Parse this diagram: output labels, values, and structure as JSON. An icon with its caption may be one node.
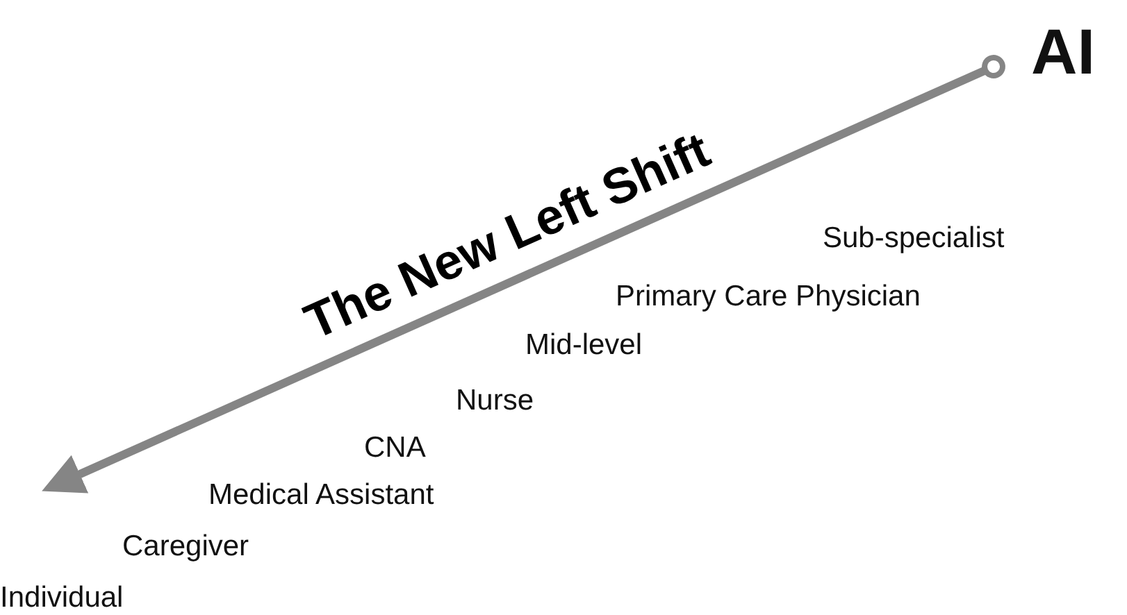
{
  "diagram": {
    "title": "The New Left Shift",
    "labels": [
      "AI",
      "Sub-specialist",
      "Primary Care Physician",
      "Mid-level",
      "Nurse",
      "CNA",
      "Medical Assistant",
      "Caregiver",
      "Individual"
    ]
  }
}
